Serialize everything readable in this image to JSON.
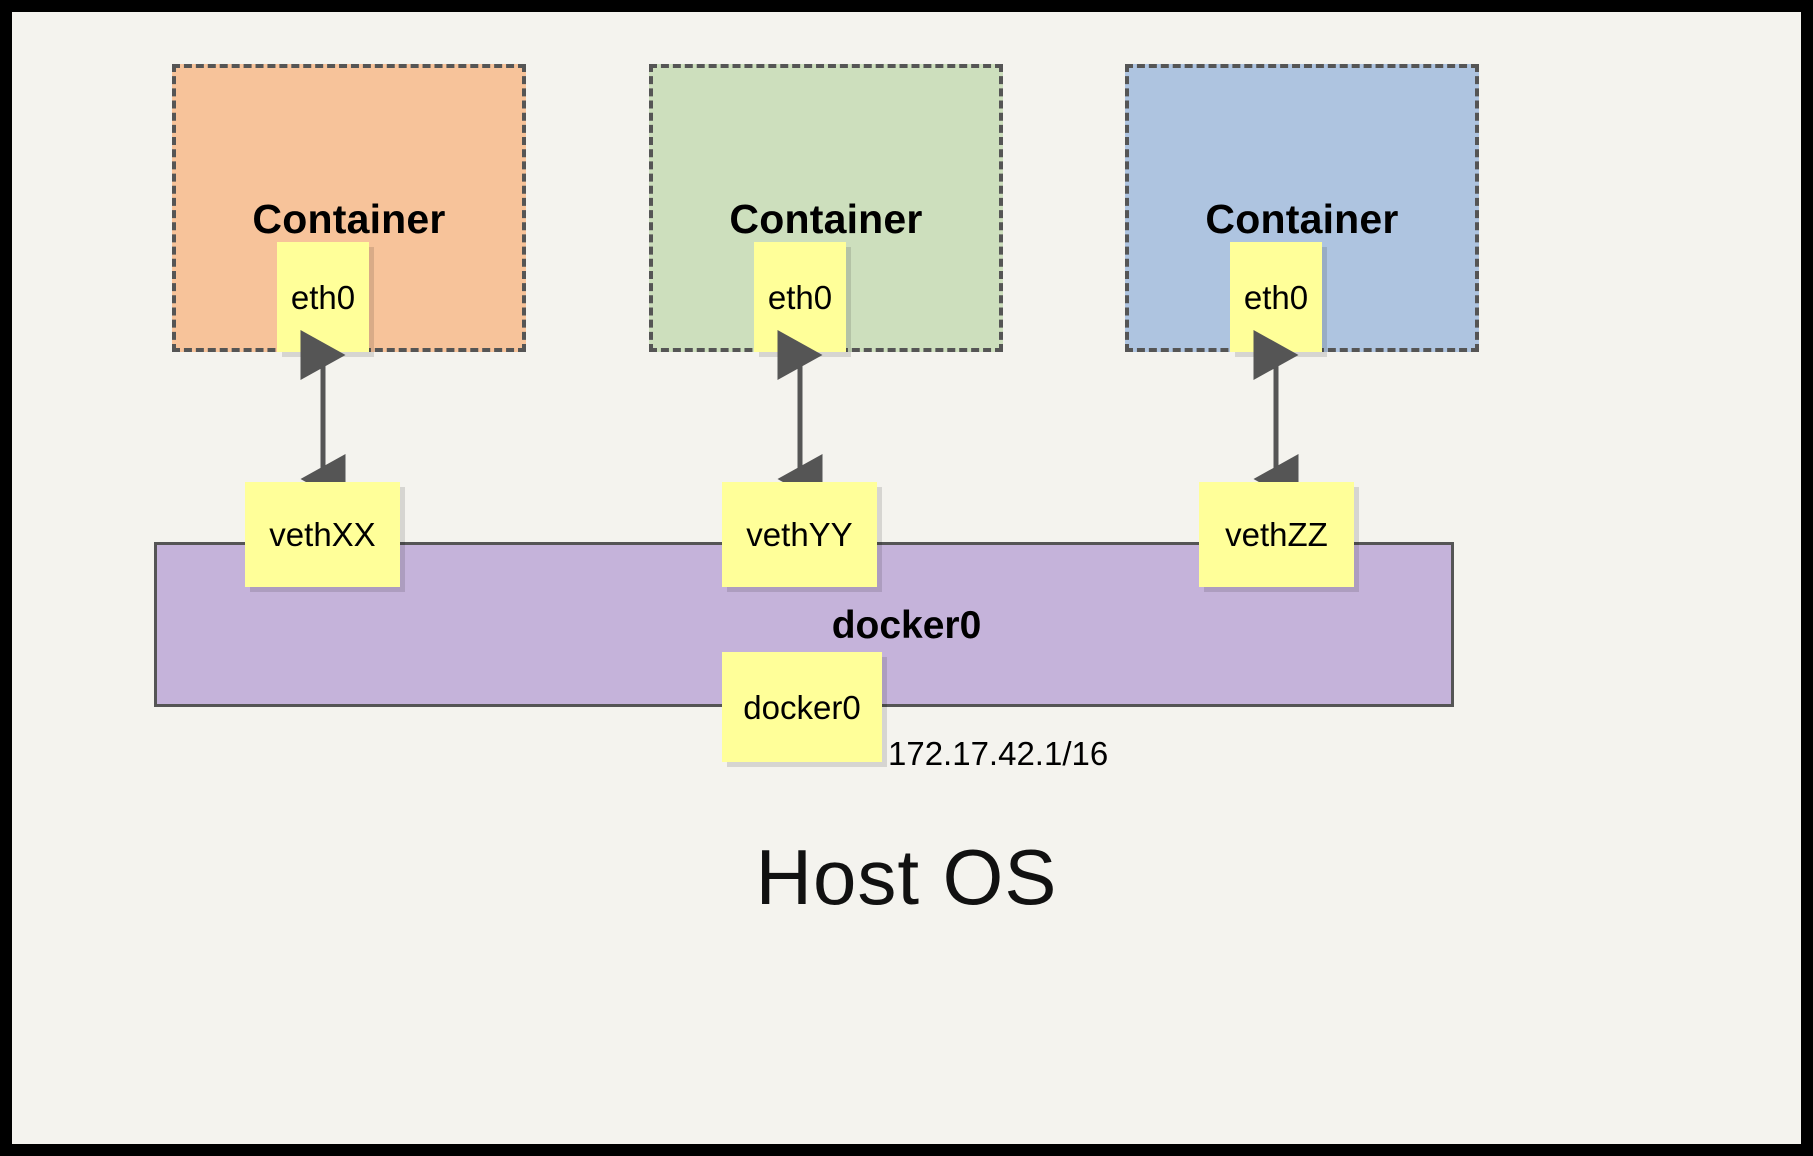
{
  "diagram": {
    "title_bottom": "Host OS",
    "frame_background": "#f4f3ee",
    "outer_border": "#000000",
    "containers": [
      {
        "label": "Container",
        "fill": "#f7c39a",
        "border": "#555555",
        "iface": "eth0",
        "veth": "vethXX"
      },
      {
        "label": "Container",
        "fill": "#cddfbd",
        "border": "#555555",
        "iface": "eth0",
        "veth": "vethYY"
      },
      {
        "label": "Container",
        "fill": "#aec4e0",
        "border": "#555555",
        "iface": "eth0",
        "veth": "vethZZ"
      }
    ],
    "bridge": {
      "label": "docker0",
      "note_label": "docker0",
      "fill": "#c5b3da",
      "border": "#555555",
      "ip": "172.17.42.1/16"
    },
    "note_fill": "#ffff99",
    "arrow_color": "#555555",
    "arrow_type": "double-headed"
  }
}
